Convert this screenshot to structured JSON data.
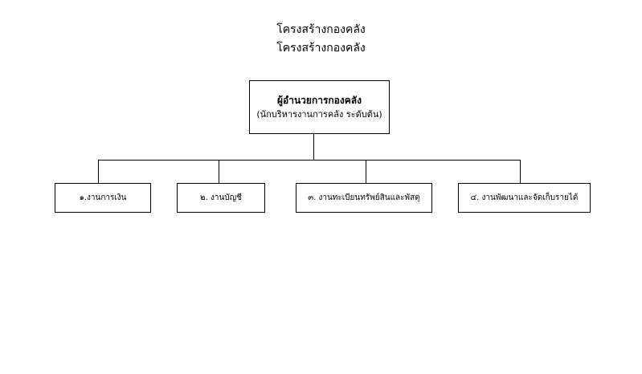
{
  "document": {
    "title_lines": [
      "โครงสร้างกองคลัง",
      "โครงสร้างกองคลัง"
    ]
  },
  "org_chart": {
    "root": {
      "title": "ผู้อำนวยการกองคลัง",
      "subtitle": "(นักบริหารงานการคลัง ระดับต้น)"
    },
    "children": [
      {
        "label": "๑.งานการเงิน"
      },
      {
        "label": "๒. งานบัญชี"
      },
      {
        "label": "๓. งานทะเบียนทรัพย์สินและพัสดุ"
      },
      {
        "label": "๔. งานพัฒนาและจัดเก็บรายได้"
      }
    ]
  },
  "colors": {
    "background": "#ffffff",
    "border": "#000000",
    "text": "#000000",
    "connector": "#000000"
  }
}
